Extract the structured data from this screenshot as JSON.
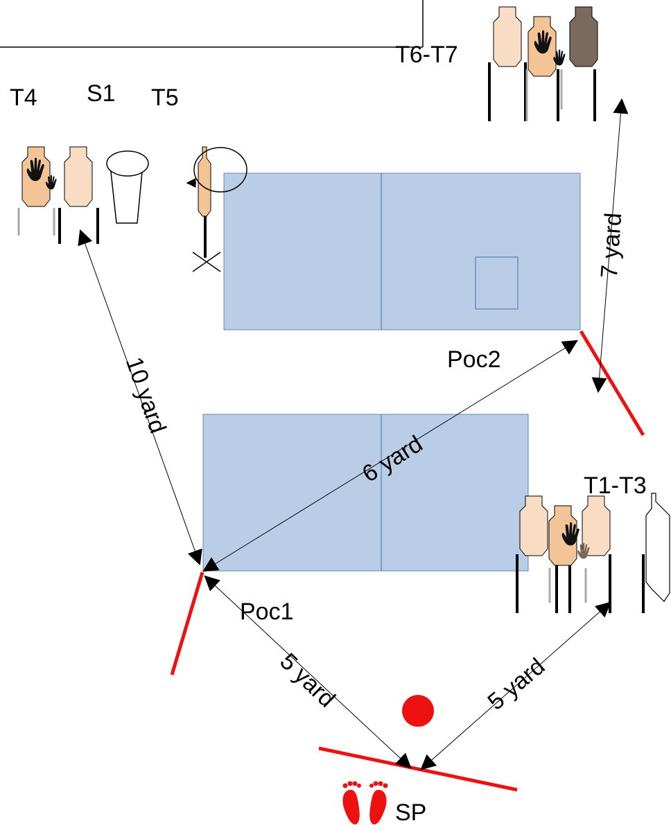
{
  "labels": {
    "t4": "T4",
    "s1": "S1",
    "t5": "T5",
    "t6_t7": "T6-T7",
    "t1_t3": "T1-T3",
    "poc1": "Poc1",
    "poc2": "Poc2",
    "sp": "SP"
  },
  "distances": {
    "t4_to_poc1": "10 yard",
    "poc1_to_poc2": "6 yard",
    "poc2_to_t6t7": "7 yard",
    "poc1_to_sp": "5 yard",
    "sp_to_t1t3": "5 yard"
  },
  "colors": {
    "wall": "#b9cde6",
    "wall_stroke": "#4a6fa5",
    "fault_line": "#ee1111",
    "target_light": "#f8dcc4",
    "target_dark": "#f3c596",
    "target_gray": "#7a6a5e",
    "start_dot": "#ee1111",
    "feet": "#ee1111",
    "ink": "#000000"
  },
  "icons": {
    "no_shoot_hand": "hand-icon",
    "start_position": "footprints-icon",
    "steel_popper": "popper-icon",
    "swinger": "swinger-icon"
  }
}
